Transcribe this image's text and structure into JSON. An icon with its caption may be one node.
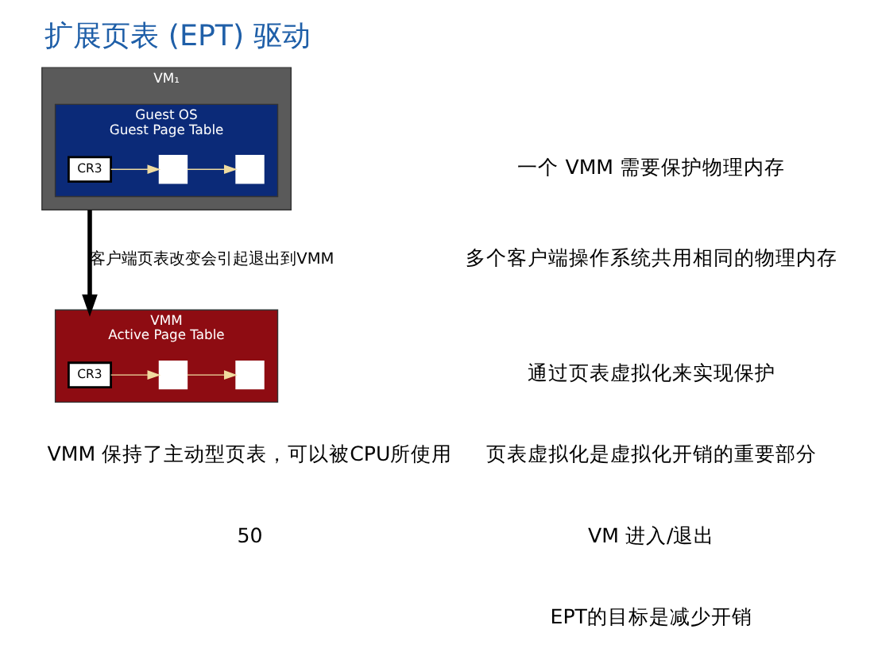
{
  "diagram": {
    "title": "扩展页表 (EPT) 驱动",
    "nodes": [
      {
        "text": [
          "VM₁"
        ]
      },
      {
        "text": [
          "Guest OS",
          "Guest Page Table"
        ],
        "in": 0
      },
      {
        "text": [
          "CR3"
        ],
        "in": 1
      },
      {
        "text": [],
        "shape": "box",
        "in": 1
      },
      {
        "text": [],
        "shape": "box",
        "in": 1
      },
      {
        "text": [
          "VMM",
          "Active Page Table"
        ]
      },
      {
        "text": [
          "CR3"
        ],
        "in": 5
      },
      {
        "text": [],
        "shape": "box",
        "in": 5
      },
      {
        "text": [],
        "shape": "box",
        "in": 5
      }
    ],
    "edges": [
      {
        "from": 2,
        "to": 3,
        "arrow": "to"
      },
      {
        "from": 3,
        "to": 4,
        "arrow": "to"
      },
      {
        "from": 0,
        "to": 5,
        "arrow": "to",
        "label": "客户端页表改变会引起退出到VMM",
        "style": "thick",
        "color": "#000000"
      },
      {
        "from": 6,
        "to": 7,
        "arrow": "to"
      },
      {
        "from": 7,
        "to": 8,
        "arrow": "to"
      }
    ],
    "labels": [
      "VMM 保持了主动型页表，可以被CPU所使用",
      "一个 VMM 需要保护物理内存",
      "多个客户端操作系统共用相同的物理内存",
      "通过页表虚拟化来实现保护",
      "页表虚拟化是虚拟化开销的重要部分",
      "VM 进入/退出",
      "EPT的目标是减少开销",
      "50"
    ]
  }
}
